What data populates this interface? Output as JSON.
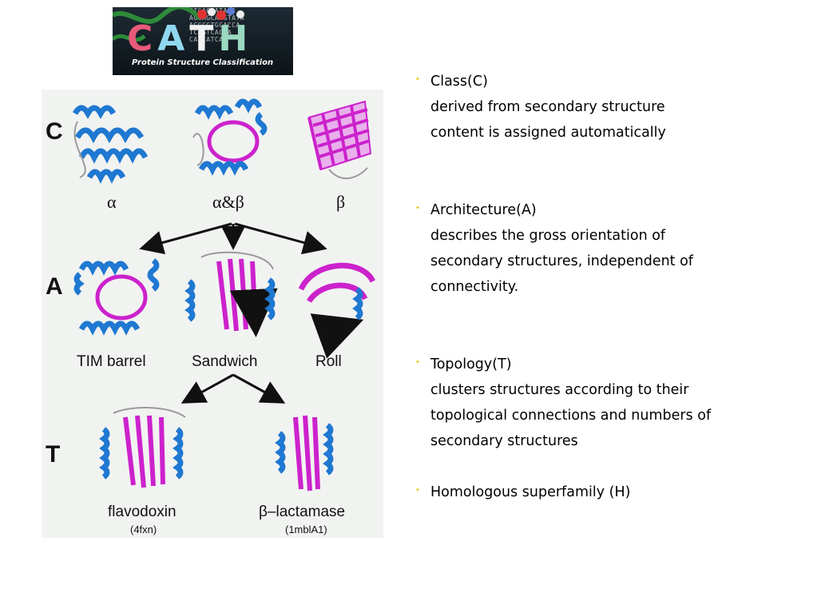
{
  "logo": {
    "letters": [
      "C",
      "A",
      "T",
      "H"
    ],
    "letter_colors": [
      "#e95a7a",
      "#8fd8ef",
      "#f2f2f2",
      "#9ad9c0"
    ],
    "caption": "Protein Structure Classification",
    "dna_text": "GTCACCATAAC\nAGCAGCAGGTATA\nACGCGTGCACCA\nTCAGTCACCA\nCATCATCAT"
  },
  "figure": {
    "rows": [
      {
        "letter": "C",
        "labels": [
          "α",
          "α&β",
          "β"
        ]
      },
      {
        "letter": "A",
        "labels": [
          "TIM barrel",
          "Sandwich",
          "Roll"
        ]
      },
      {
        "letter": "T",
        "labels": [
          "flavodoxin",
          "β–lactamase"
        ],
        "sublabels": [
          "(4fxn)",
          "(1mblA1)"
        ]
      }
    ],
    "colors": {
      "helix": "#1f78d1",
      "strand": "#cc22cc",
      "coil": "#9a9a9a",
      "arrow": "#111111"
    }
  },
  "bullets": [
    {
      "title": "Class(C)",
      "lines": [
        "derived from secondary structure",
        "content is assigned automatically"
      ]
    },
    {
      "title": "Architecture(A)",
      "lines": [
        "describes the gross orientation of",
        "secondary structures, independent of",
        "connectivity."
      ]
    },
    {
      "title": "Topology(T)",
      "lines": [
        "clusters structures according to their",
        "topological connections and numbers of",
        "secondary structures"
      ]
    },
    {
      "title": "Homologous superfamily (H)",
      "lines": []
    }
  ],
  "bullet_color": "#e8c300"
}
